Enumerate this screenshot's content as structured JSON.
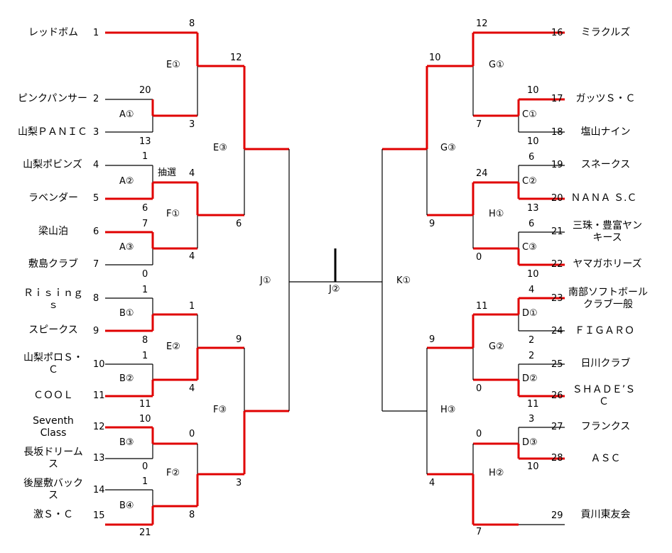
{
  "colors": {
    "win": "#e00000",
    "normal": "#000000"
  },
  "teams": [
    {
      "no": "1",
      "name": "レッドボム"
    },
    {
      "no": "2",
      "name": "ピンクパンサー"
    },
    {
      "no": "3",
      "name": "山梨ＰＡＮＩＣ"
    },
    {
      "no": "4",
      "name": "山梨ポビンズ"
    },
    {
      "no": "5",
      "name": "ラベンダー"
    },
    {
      "no": "6",
      "name": "梁山泊"
    },
    {
      "no": "7",
      "name": "敷島クラブ"
    },
    {
      "no": "8",
      "name": "Ｒｉｓｉｎｇｓ"
    },
    {
      "no": "9",
      "name": "スピークス"
    },
    {
      "no": "10",
      "name": "山梨ポロＳ・Ｃ"
    },
    {
      "no": "11",
      "name": "ＣＯＯＬ"
    },
    {
      "no": "12",
      "name": "Seventh Class"
    },
    {
      "no": "13",
      "name": "長坂ドリームス"
    },
    {
      "no": "14",
      "name": "後屋敷バックス"
    },
    {
      "no": "15",
      "name": "激Ｓ・Ｃ"
    },
    {
      "no": "16",
      "name": "ミラクルズ"
    },
    {
      "no": "17",
      "name": "ガッツＳ・Ｃ"
    },
    {
      "no": "18",
      "name": "塩山ナイン"
    },
    {
      "no": "19",
      "name": "スネークス"
    },
    {
      "no": "20",
      "name": "ＮＡＮＡ Ｓ.Ｃ"
    },
    {
      "no": "21",
      "name": "三珠・豊富ヤンキース"
    },
    {
      "no": "22",
      "name": "ヤマガホリーズ"
    },
    {
      "no": "23",
      "name": "南部ソフトボールクラブ一般"
    },
    {
      "no": "24",
      "name": "ＦＩＧＡＲＯ"
    },
    {
      "no": "25",
      "name": "日川クラブ"
    },
    {
      "no": "26",
      "name": "ＳＨＡＤＥ’ＳＣ"
    },
    {
      "no": "27",
      "name": "フランクス"
    },
    {
      "no": "28",
      "name": "ＡＳＣ"
    },
    {
      "no": "29",
      "name": "貢川東友会"
    }
  ],
  "matches": [
    {
      "id": "A①",
      "scores": [
        "20",
        "13"
      ]
    },
    {
      "id": "A②",
      "scores": [
        "1",
        "6"
      ],
      "note": "抽選"
    },
    {
      "id": "A③",
      "scores": [
        "7",
        "0"
      ]
    },
    {
      "id": "B①",
      "scores": [
        "1",
        "8"
      ]
    },
    {
      "id": "B②",
      "scores": [
        "1",
        "11"
      ]
    },
    {
      "id": "B③",
      "scores": [
        "10",
        "0"
      ]
    },
    {
      "id": "B④",
      "scores": [
        "1",
        "21"
      ]
    },
    {
      "id": "C①",
      "scores": [
        "10",
        "10"
      ]
    },
    {
      "id": "C②",
      "scores": [
        "6",
        "13"
      ]
    },
    {
      "id": "C③",
      "scores": [
        "6",
        "10"
      ]
    },
    {
      "id": "D①",
      "scores": [
        "4",
        "2"
      ]
    },
    {
      "id": "D②",
      "scores": [
        "2",
        "11"
      ]
    },
    {
      "id": "D③",
      "scores": [
        "3",
        "10"
      ]
    },
    {
      "id": "E①",
      "scores": [
        "8",
        "3"
      ]
    },
    {
      "id": "E②",
      "scores": [
        "1",
        "4"
      ]
    },
    {
      "id": "E③",
      "scores": [
        "12",
        "6"
      ]
    },
    {
      "id": "F①",
      "scores": [
        "4",
        "4"
      ]
    },
    {
      "id": "F②",
      "scores": [
        "0",
        "8"
      ]
    },
    {
      "id": "F③",
      "scores": [
        "9",
        "3"
      ]
    },
    {
      "id": "G①",
      "scores": [
        "12",
        "7"
      ]
    },
    {
      "id": "G②",
      "scores": [
        "11",
        "0"
      ]
    },
    {
      "id": "G③",
      "scores": [
        "10",
        "9"
      ]
    },
    {
      "id": "H①",
      "scores": [
        "24",
        "0"
      ]
    },
    {
      "id": "H②",
      "scores": [
        "0",
        "7"
      ]
    },
    {
      "id": "H③",
      "scores": [
        "9",
        "4"
      ]
    },
    {
      "id": "J①"
    },
    {
      "id": "J②"
    },
    {
      "id": "K①"
    }
  ]
}
